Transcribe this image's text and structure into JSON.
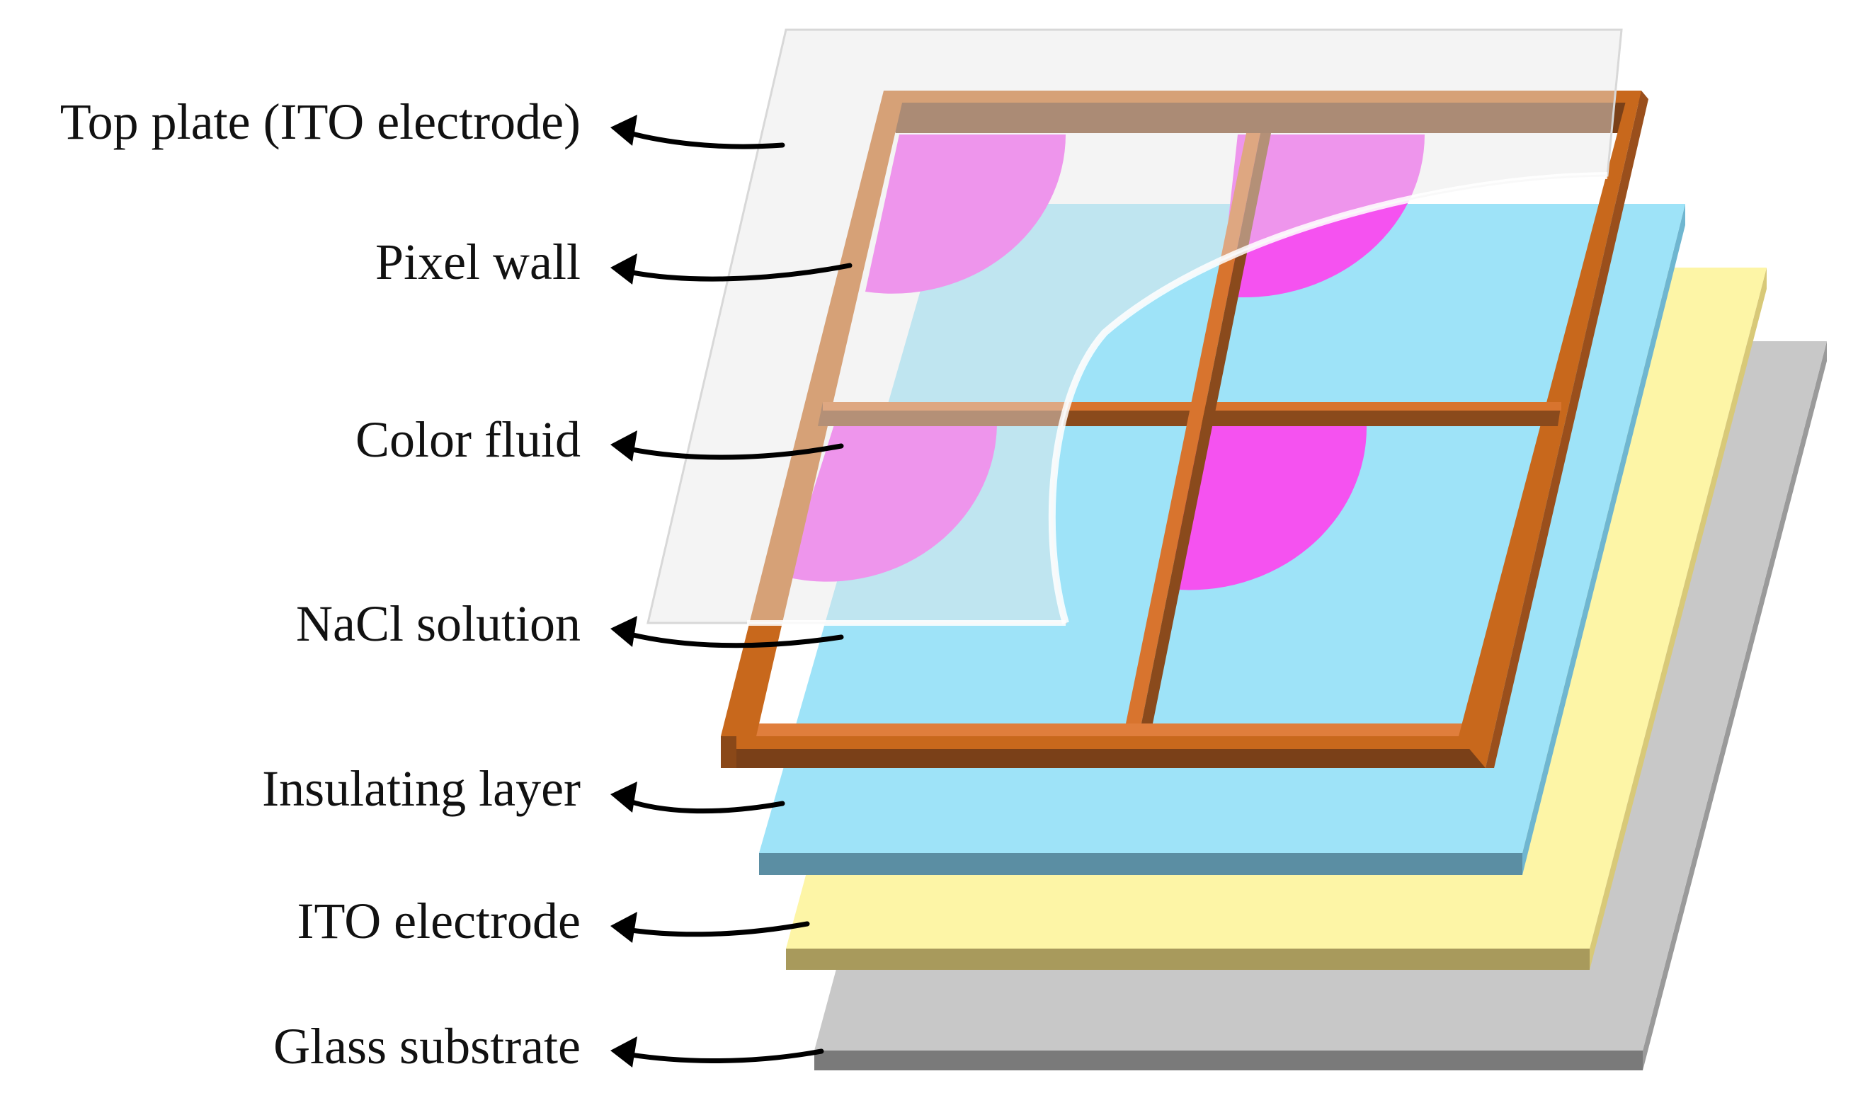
{
  "labels": {
    "top_plate": "Top plate (ITO electrode)",
    "pixel_wall": "Pixel wall",
    "color_fluid": "Color fluid",
    "nacl": "NaCl solution",
    "insulating": "Insulating layer",
    "ito": "ITO electrode",
    "glass": "Glass substrate"
  },
  "colors": {
    "glass_top": "#c8c8c8",
    "glass_edge": "#7a7a7a",
    "ito_top": "#fdf5a6",
    "ito_edge": "#a89a5c",
    "insulating_top": "#9ee3f8",
    "insulating_edge": "#5b8ea3",
    "nacl": "#9ee3f8",
    "color_fluid": "#f552f0",
    "pixel_wall_front": "#c8681c",
    "pixel_wall_inner": "#7a4018",
    "pixel_wall_top": "#e07e3c",
    "top_plate": "#e6e6e6"
  }
}
